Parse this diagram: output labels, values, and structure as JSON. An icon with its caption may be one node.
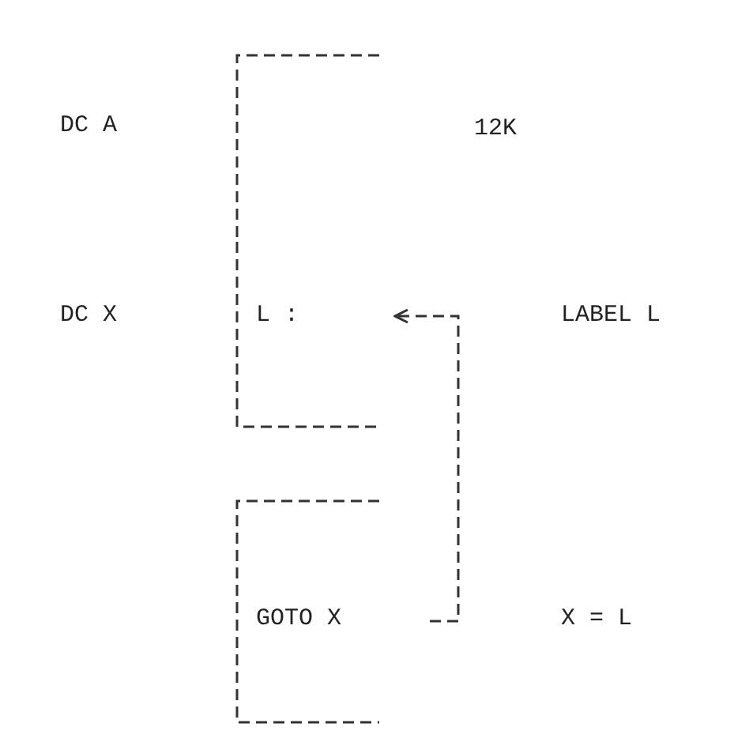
{
  "diagram": {
    "nodes": [
      {
        "text": [
          "12K"
        ]
      },
      {
        "text": [
          "L :"
        ]
      },
      {
        "text": [
          "GOTO X"
        ]
      }
    ],
    "edges": [
      {
        "from": 2,
        "to": 1,
        "arrow": "to",
        "style": "dashed"
      }
    ],
    "labels": [
      "DC A",
      "DC X",
      "LABEL L",
      "X = L"
    ]
  }
}
